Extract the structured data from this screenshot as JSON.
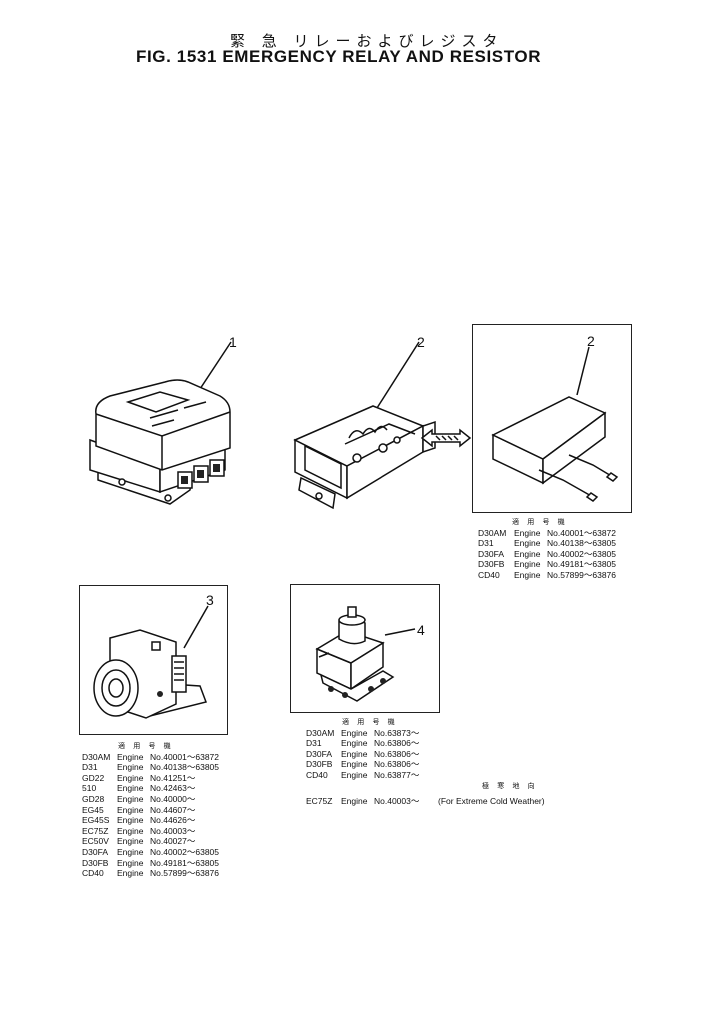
{
  "title_jp": "緊 急 リレーおよびレジスタ",
  "title": "FIG. 1531 EMERGENCY RELAY AND RESISTOR",
  "callouts": {
    "p1": "1",
    "p2a": "2",
    "p2b": "2",
    "p3": "3",
    "p4": "4"
  },
  "table_a": {
    "header": "適 用 号 機",
    "rows": [
      {
        "model": "D30AM",
        "engine": "Engine",
        "number": "No.40001～63872"
      },
      {
        "model": "D31",
        "engine": "Engine",
        "number": "No.40138～63805"
      },
      {
        "model": "D30FA",
        "engine": "Engine",
        "number": "No.40002～63805"
      },
      {
        "model": "D30FB",
        "engine": "Engine",
        "number": "No.49181～63805"
      },
      {
        "model": "CD40",
        "engine": "Engine",
        "number": "No.57899～63876"
      }
    ]
  },
  "table_b": {
    "header": "適 用 号 機",
    "rows": [
      {
        "model": "D30AM",
        "engine": "Engine",
        "number": "No.40001～63872"
      },
      {
        "model": "D31",
        "engine": "Engine",
        "number": "No.40138～63805"
      },
      {
        "model": "GD22",
        "engine": "Engine",
        "number": "No.41251～"
      },
      {
        "model": "510",
        "engine": "Engine",
        "number": "No.42463～"
      },
      {
        "model": "GD28",
        "engine": "Engine",
        "number": "No.40000～"
      },
      {
        "model": "EG45",
        "engine": "Engine",
        "number": "No.44607～"
      },
      {
        "model": "EG45S",
        "engine": "Engine",
        "number": "No.44626～"
      },
      {
        "model": "EC75Z",
        "engine": "Engine",
        "number": "No.40003～"
      },
      {
        "model": "EC50V",
        "engine": "Engine",
        "number": "No.40027～"
      },
      {
        "model": "D30FA",
        "engine": "Engine",
        "number": "No.40002～63805"
      },
      {
        "model": "D30FB",
        "engine": "Engine",
        "number": "No.49181～63805"
      },
      {
        "model": "CD40",
        "engine": "Engine",
        "number": "No.57899～63876"
      }
    ]
  },
  "table_c": {
    "header": "適 用 号 機",
    "rows": [
      {
        "model": "D30AM",
        "engine": "Engine",
        "number": "No.63873～"
      },
      {
        "model": "D31",
        "engine": "Engine",
        "number": "No.63806～"
      },
      {
        "model": "D30FA",
        "engine": "Engine",
        "number": "No.63806～"
      },
      {
        "model": "D30FB",
        "engine": "Engine",
        "number": "No.63806～"
      },
      {
        "model": "CD40",
        "engine": "Engine",
        "number": "No.63877～"
      }
    ]
  },
  "table_d": {
    "header": "極 寒 地 向",
    "rows": [
      {
        "model": "EC75Z",
        "engine": "Engine",
        "number": "No.40003～",
        "note": "(For Extreme Cold Weather)"
      }
    ]
  }
}
